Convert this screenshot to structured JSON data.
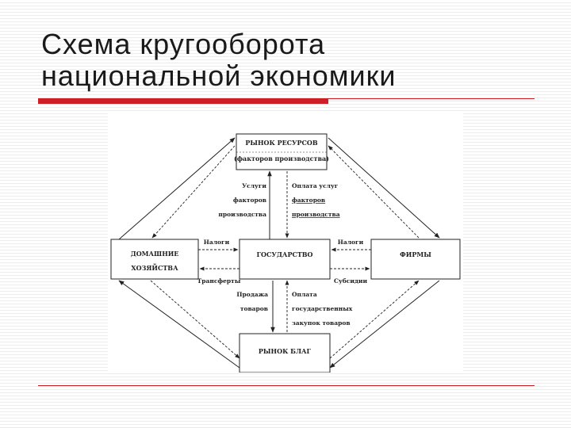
{
  "slide": {
    "title_line1": "Схема кругооборота",
    "title_line2": "национальной экономики"
  },
  "diagram": {
    "resource_market_line1": "РЫНОК РЕСУРСОВ",
    "resource_market_line2": "(факторов производства)",
    "households_line1": "ДОМАШНИЕ",
    "households_line2": "ХОЗЯЙСТВА",
    "government": "ГОСУДАРСТВО",
    "firms": "ФИРМЫ",
    "goods_market": "РЫНОК БЛАГ",
    "left_up_label": [
      "Услуги",
      "факторов",
      "производства"
    ],
    "right_up_label": [
      "Оплата услуг",
      "факторов",
      "производства"
    ],
    "left_tax_label": "Налоги",
    "right_tax_label": "Налоги",
    "transfers_label": "Трансферты",
    "subsidies_label": "Субсидии",
    "left_down_label": [
      "Продажа",
      "товаров"
    ],
    "right_down_label": [
      "Оплата",
      "государственных",
      "закупок товаров"
    ]
  }
}
